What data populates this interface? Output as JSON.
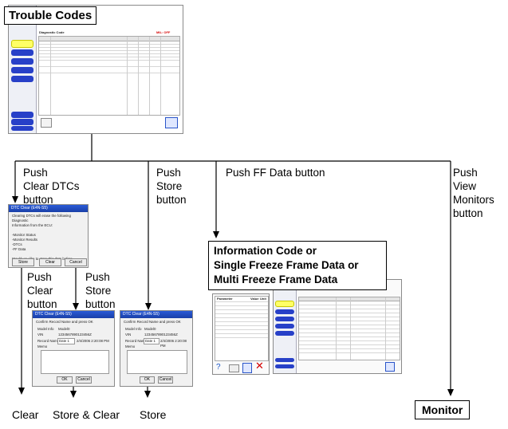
{
  "title_box": {
    "label": "Trouble Codes"
  },
  "actions": {
    "clear_dtcs": "Push\nClear DTCs\nbutton",
    "store": "Push\nStore\nbutton",
    "ff_data": "Push FF Data button",
    "view_monitors": "Push\nView\nMonitors\nbutton",
    "clear_btn": "Push\nClear\nbutton",
    "store_btn": "Push\nStore\nbutton"
  },
  "info_box": {
    "line1": "Information Code or",
    "line2": "Single Freeze Frame Data or",
    "line3": "Multi Freeze Frame Data"
  },
  "outcomes": {
    "clear": "Clear",
    "store_clear": "Store & Clear",
    "store": "Store",
    "monitor": "Monitor"
  },
  "screens": {
    "main": {
      "header": "Diagnostic Code",
      "mil": "MIL: OFF"
    },
    "clear_dialog": {
      "title": "DTC Clear (E4N-S5)",
      "body": "Clearing DTCs will erase the following Diagnostic\nInformation from the ECU:\n\n-Monitor Status\n-Monitor Results\n-DTCs\n-FF Data\n\nWould you like to store this data before clearing?",
      "btn_store": "Store",
      "btn_clear": "Clear",
      "btn_cancel": "Cancel"
    },
    "store_dialog": {
      "title": "DTC Clear (E4N-S5)",
      "prompt": "Confirm Record Name and press OK",
      "model_label": "Model Info",
      "model_value": "Model0",
      "vin_label": "VIN",
      "vin_value": "1234567890123456Z",
      "record_label": "Record Name",
      "record_value": "Date 1",
      "date_value": "2/4/2006 2:20:08 PM",
      "memo_label": "Memo",
      "ok": "OK",
      "cancel": "Cancel"
    },
    "ff": {
      "header": "Parameter",
      "header2": "Value",
      "header3": "Unit"
    }
  },
  "colors": {
    "titlebar": "#1a3fa8",
    "side_button": "#2740c8",
    "highlight": "#ffff66",
    "red_text": "#d40000"
  }
}
